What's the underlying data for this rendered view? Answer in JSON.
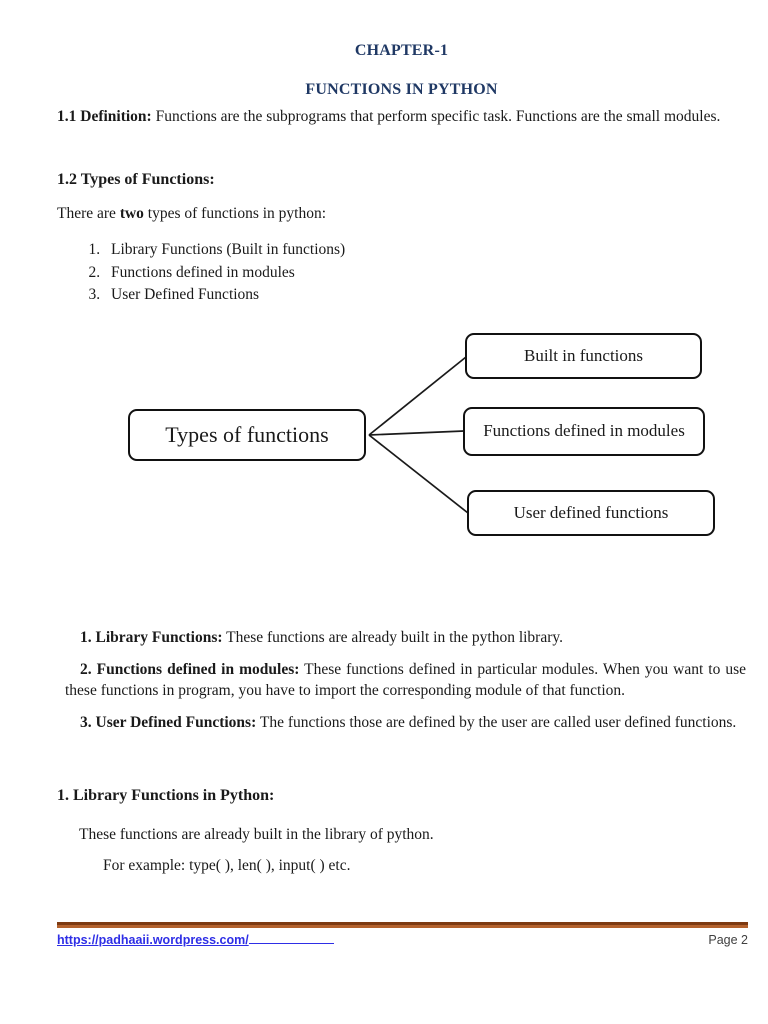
{
  "header": {
    "chapter": "CHAPTER-1",
    "title": "FUNCTIONS IN PYTHON"
  },
  "definition": {
    "label": "1.1 Definition:",
    "text": " Functions are the subprograms that perform specific task. Functions are the small modules."
  },
  "types": {
    "heading": "1.2 Types of Functions:",
    "intro_prefix": "There are ",
    "intro_bold": "two",
    "intro_suffix": " types of functions in python:",
    "items": [
      "Library Functions (Built in functions)",
      "Functions defined in modules",
      "User Defined Functions"
    ]
  },
  "diagram": {
    "root": "Types of functions",
    "children": [
      "Built in functions",
      "Functions defined in modules",
      "User defined functions"
    ]
  },
  "descriptions": [
    {
      "label": "1. Library Functions:",
      "text": " These functions are already built in the python library."
    },
    {
      "label": "2. Functions defined in modules:",
      "text": " These functions defined in particular modules. When you want to use these functions in program, you have to import the corresponding module of that function."
    },
    {
      "label": "3. User Defined Functions:",
      "text": " The functions those are defined by the user are called user defined functions."
    }
  ],
  "library_section": {
    "heading": "1. Library Functions in Python:",
    "line1": "These functions are already built in the library of python.",
    "line2": "For example: type( ), len( ), input( ) etc."
  },
  "footer": {
    "link": "https://padhaaii.wordpress.com/",
    "page_label": "Page 2"
  },
  "colors": {
    "heading_navy": "#1f3864",
    "rule_dark_brown": "#7d3a12",
    "rule_brown": "#b4622d",
    "link_blue": "#2e2ee6",
    "page_number_gray": "#404040",
    "diagram_border": "#111111"
  }
}
